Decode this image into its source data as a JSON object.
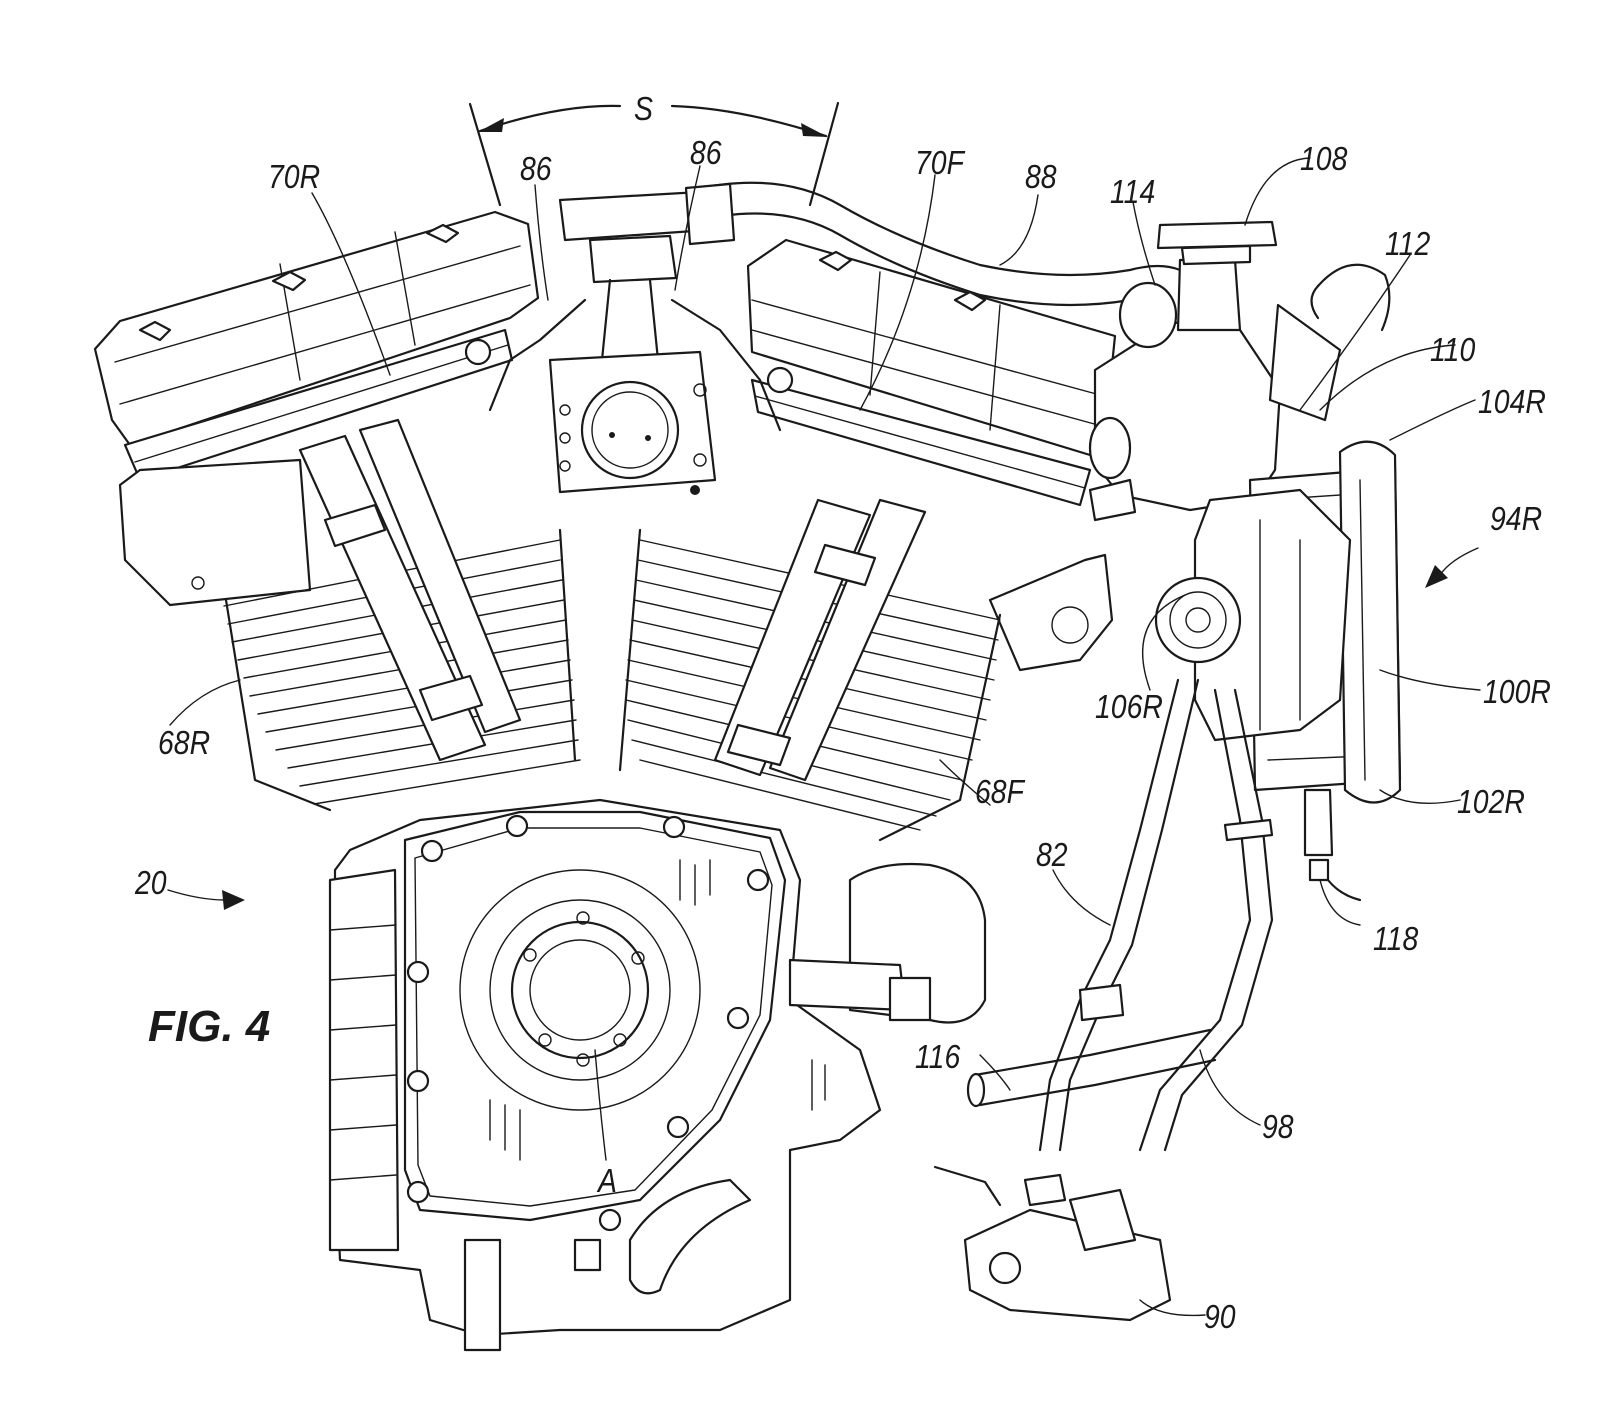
{
  "figure": {
    "title": "FIG. 4"
  },
  "labels": {
    "s": "S",
    "l70r": "70R",
    "l86a": "86",
    "l86b": "86",
    "l70f": "70F",
    "l88": "88",
    "l114": "114",
    "l108": "108",
    "l112": "112",
    "l110": "110",
    "l104r": "104R",
    "l94r": "94R",
    "l106r": "106R",
    "l100r": "100R",
    "l68r": "68R",
    "l68f": "68F",
    "l102r": "102R",
    "l82": "82",
    "l20": "20",
    "l118": "118",
    "l116": "116",
    "l98": "98",
    "la": "A",
    "l90": "90"
  },
  "colors": {
    "ink": "#1a1a1a",
    "paper": "#ffffff"
  }
}
